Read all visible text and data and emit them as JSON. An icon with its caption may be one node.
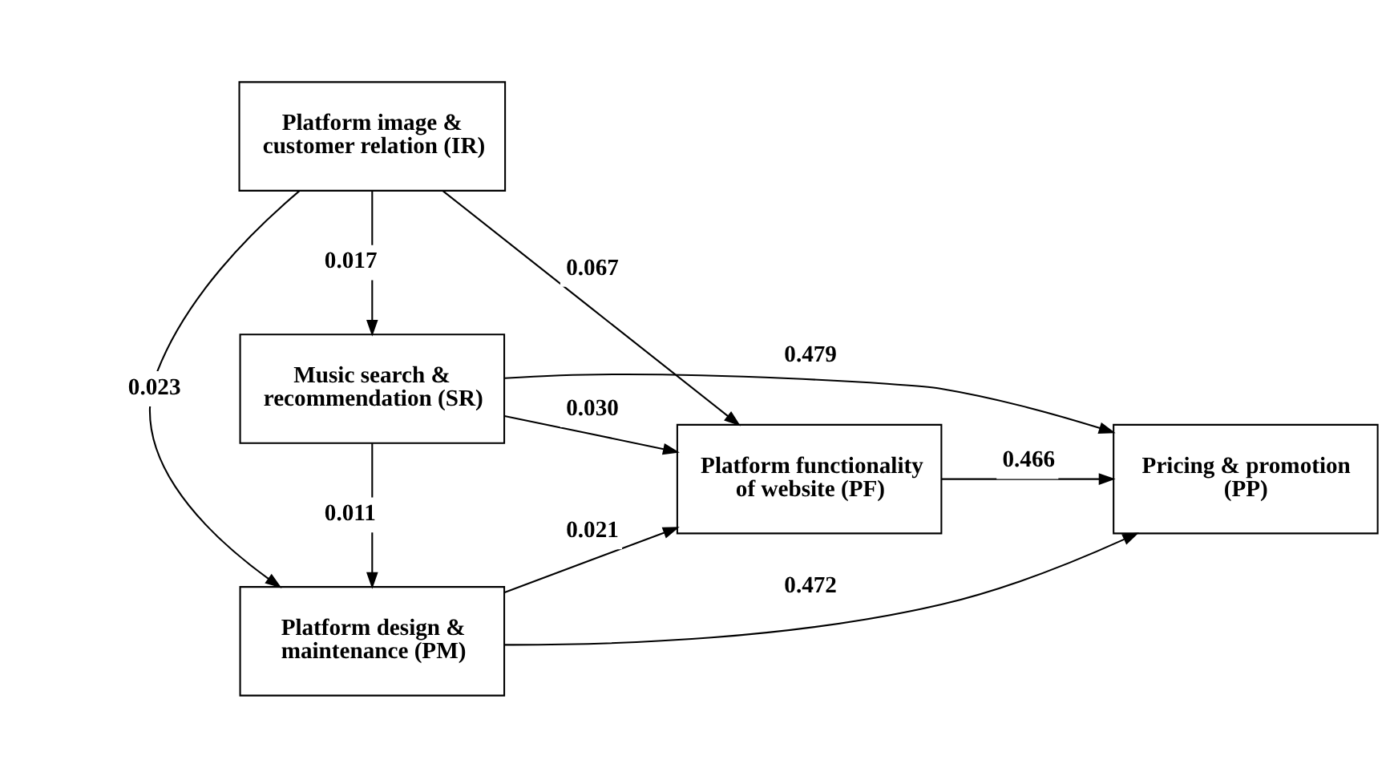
{
  "diagram": {
    "nodes": [
      {
        "text": [
          "Music search & recommendation (SR)"
        ]
      },
      {
        "text": [
          "Platform design & maintenance (PM)"
        ]
      },
      {
        "text": [
          "Platform functionality of website (PF)"
        ]
      },
      {
        "text": [
          "Pricing & promotion (PP)"
        ]
      },
      {
        "text": [
          "Platform image & customer relation (IR)"
        ]
      }
    ],
    "edges": [
      {
        "from": 0,
        "to": 1,
        "arrow": "to",
        "label": "0.011"
      },
      {
        "from": 0,
        "to": 2,
        "arrow": "to",
        "label": "0.030"
      },
      {
        "from": 0,
        "to": 3,
        "arrow": "to",
        "label": "0.479"
      },
      {
        "from": 1,
        "to": 2,
        "arrow": "to",
        "label": "0.021"
      },
      {
        "from": 2,
        "to": 3,
        "arrow": "to",
        "label": "0.466"
      },
      {
        "from": 1,
        "to": 3,
        "arrow": "to",
        "label": "0.472"
      },
      {
        "from": 4,
        "to": 1,
        "arrow": "to",
        "label": "0.023"
      },
      {
        "from": 4,
        "to": 2,
        "arrow": "to",
        "label": "0.067"
      },
      {
        "from": 4,
        "to": 0,
        "arrow": "to",
        "label": "0.017"
      }
    ]
  }
}
